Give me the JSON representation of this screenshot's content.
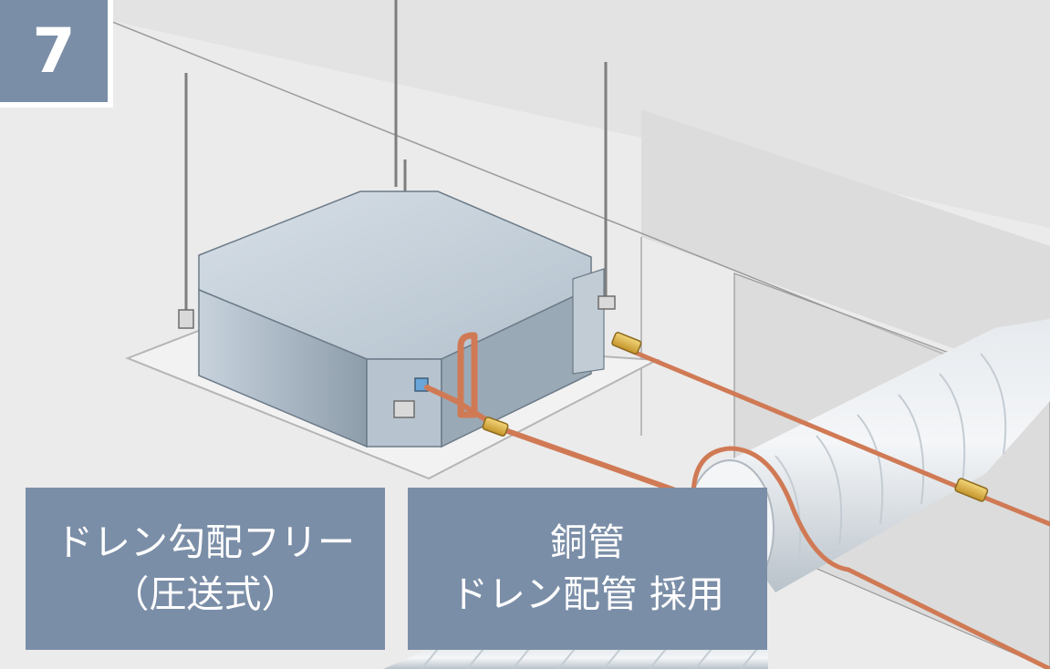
{
  "badge": {
    "number": "7"
  },
  "labels": {
    "left": {
      "line1": "ドレン勾配フリー",
      "line2": "（圧送式）"
    },
    "right": {
      "line1": "銅管",
      "line2": "ドレン配管 採用"
    }
  },
  "colors": {
    "badge_bg": "#7b8ea7",
    "label_bg": "#7b8ea7",
    "copper_pipe": "#d07a55",
    "brass_fitting": "#e2b84a",
    "unit_body": "#a9b8c6",
    "duct": "#cfd6dc",
    "background": "#ececec"
  }
}
